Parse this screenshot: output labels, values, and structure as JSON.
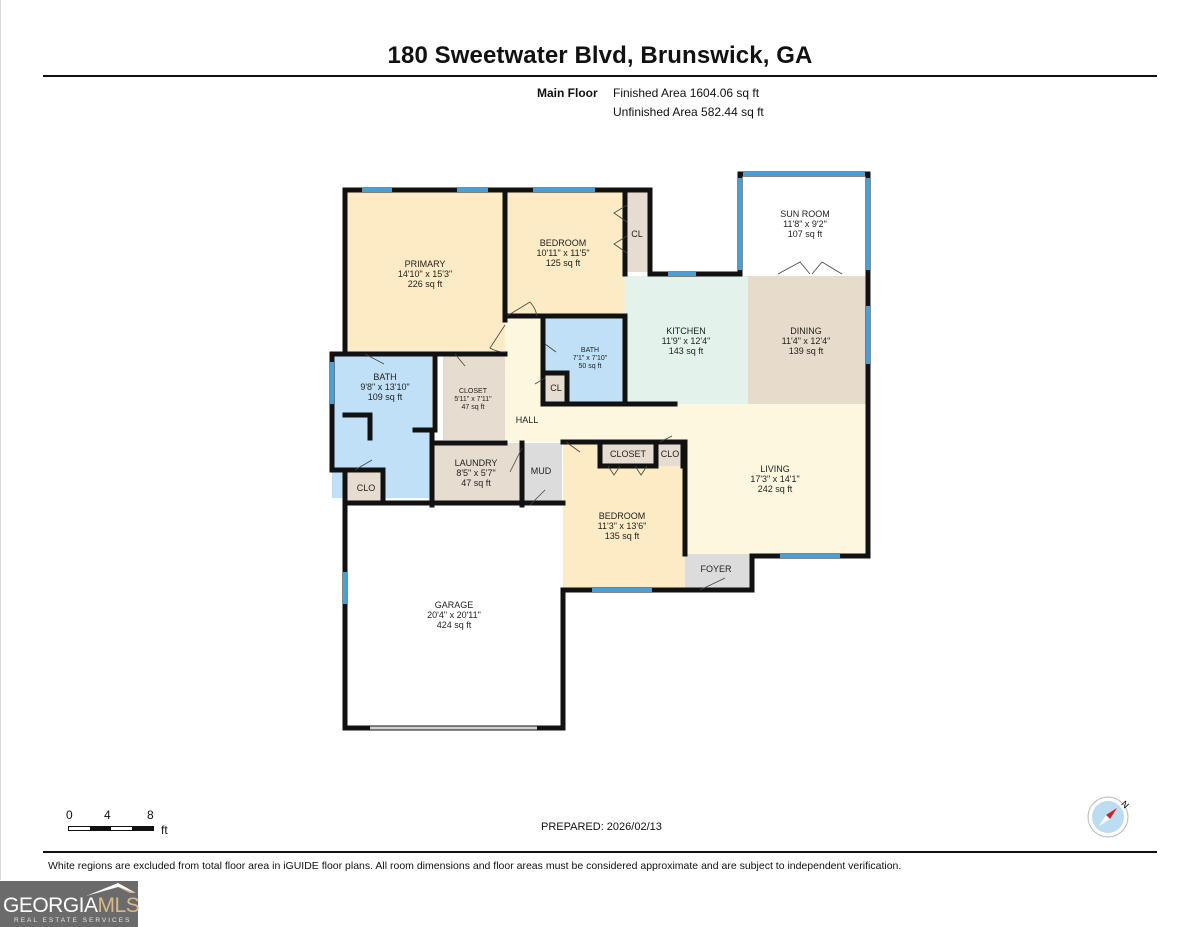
{
  "header": {
    "title": "180 Sweetwater Blvd, Brunswick, GA",
    "floor_label": "Main Floor",
    "finished_area": "Finished Area 1604.06 sq ft",
    "unfinished_area": "Unfinished Area 582.44 sq ft"
  },
  "colors": {
    "wall": "#111111",
    "window": "#4a9fd4",
    "bedroom": "#fcebc4",
    "bath": "#bfe0f7",
    "closet": "#e6dccf",
    "kitchen": "#e3f2ea",
    "dining": "#e7dccb",
    "living": "#fdf7df",
    "hall": "#fdf7df",
    "utility": "#dcdcdc",
    "garage": "#ffffff",
    "sunroom": "#ffffff"
  },
  "rooms": [
    {
      "id": "primary",
      "name": "PRIMARY",
      "dims": "14'10\" x 15'3\"",
      "area": "226 sq ft"
    },
    {
      "id": "bedroom-north",
      "name": "BEDROOM",
      "dims": "10'11\" x 11'5\"",
      "area": "125 sq ft"
    },
    {
      "id": "cl-north",
      "name": "CL"
    },
    {
      "id": "sun-room",
      "name": "SUN ROOM",
      "dims": "11'8\" x 9'2\"",
      "area": "107 sq ft"
    },
    {
      "id": "kitchen",
      "name": "KITCHEN",
      "dims": "11'9\" x 12'4\"",
      "area": "143 sq ft"
    },
    {
      "id": "dining",
      "name": "DINING",
      "dims": "11'4\" x 12'4\"",
      "area": "139 sq ft"
    },
    {
      "id": "bath-small",
      "name": "BATH",
      "dims": "7'1\" x 7'10\"",
      "area": "50 sq ft"
    },
    {
      "id": "cl-bath",
      "name": "CL"
    },
    {
      "id": "bath-primary",
      "name": "BATH",
      "dims": "9'8\" x 13'10\"",
      "area": "109 sq ft"
    },
    {
      "id": "closet-primary",
      "name": "CLOSET",
      "dims": "5'11\" x 7'11\"",
      "area": "47 sq ft"
    },
    {
      "id": "clo-bath",
      "name": "CLO"
    },
    {
      "id": "hall",
      "name": "HALL"
    },
    {
      "id": "laundry",
      "name": "LAUNDRY",
      "dims": "8'5\" x 5'7\"",
      "area": "47 sq ft"
    },
    {
      "id": "mud",
      "name": "MUD"
    },
    {
      "id": "closet-bedroom",
      "name": "CLOSET"
    },
    {
      "id": "clo-living",
      "name": "CLO"
    },
    {
      "id": "living",
      "name": "LIVING",
      "dims": "17'3\" x 14'1\"",
      "area": "242 sq ft"
    },
    {
      "id": "bedroom-south",
      "name": "BEDROOM",
      "dims": "11'3\" x 13'6\"",
      "area": "135 sq ft"
    },
    {
      "id": "foyer",
      "name": "FOYER"
    },
    {
      "id": "garage",
      "name": "GARAGE",
      "dims": "20'4\" x 20'11\"",
      "area": "424 sq ft"
    }
  ],
  "scale": {
    "ticks": [
      "0",
      "4",
      "8"
    ],
    "unit": "ft"
  },
  "compass": {
    "label": "N"
  },
  "footer": {
    "prepared": "PREPARED: 2026/02/13",
    "disclaimer": "White regions are excluded from total floor area in iGUIDE floor plans. All room dimensions and floor areas must be considered approximate and are subject to independent verification."
  },
  "logo": {
    "main": "GEORGIA",
    "accent": "MLS",
    "sub": "REAL ESTATE SERVICES"
  }
}
